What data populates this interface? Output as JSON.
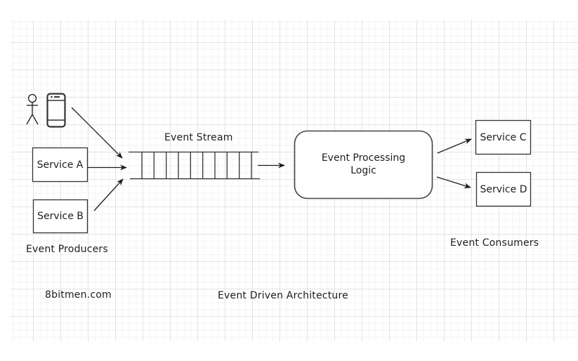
{
  "diagram": {
    "title": "Event Driven Architecture",
    "watermark": "8bitmen.com",
    "producers": {
      "label": "Event Producers",
      "icons": [
        "person-icon",
        "mobile-phone-icon"
      ],
      "services": [
        "Service A",
        "Service B"
      ]
    },
    "stream": {
      "label": "Event Stream",
      "slot_count": 10
    },
    "processor": {
      "label_line1": "Event Processing",
      "label_line2": "Logic"
    },
    "consumers": {
      "label": "Event Consumers",
      "services": [
        "Service C",
        "Service D"
      ]
    },
    "colors": {
      "stroke": "#1e1e1e",
      "box_stroke": "#333333",
      "grid_major": "#e3e3e3",
      "grid_minor": "#f3f3f3"
    },
    "edges": [
      {
        "from": "mobile-phone-icon",
        "to": "Event Stream"
      },
      {
        "from": "Service A",
        "to": "Event Stream"
      },
      {
        "from": "Service B",
        "to": "Event Stream"
      },
      {
        "from": "Event Stream",
        "to": "Event Processing Logic"
      },
      {
        "from": "Event Processing Logic",
        "to": "Service C"
      },
      {
        "from": "Event Processing Logic",
        "to": "Service D"
      }
    ]
  }
}
